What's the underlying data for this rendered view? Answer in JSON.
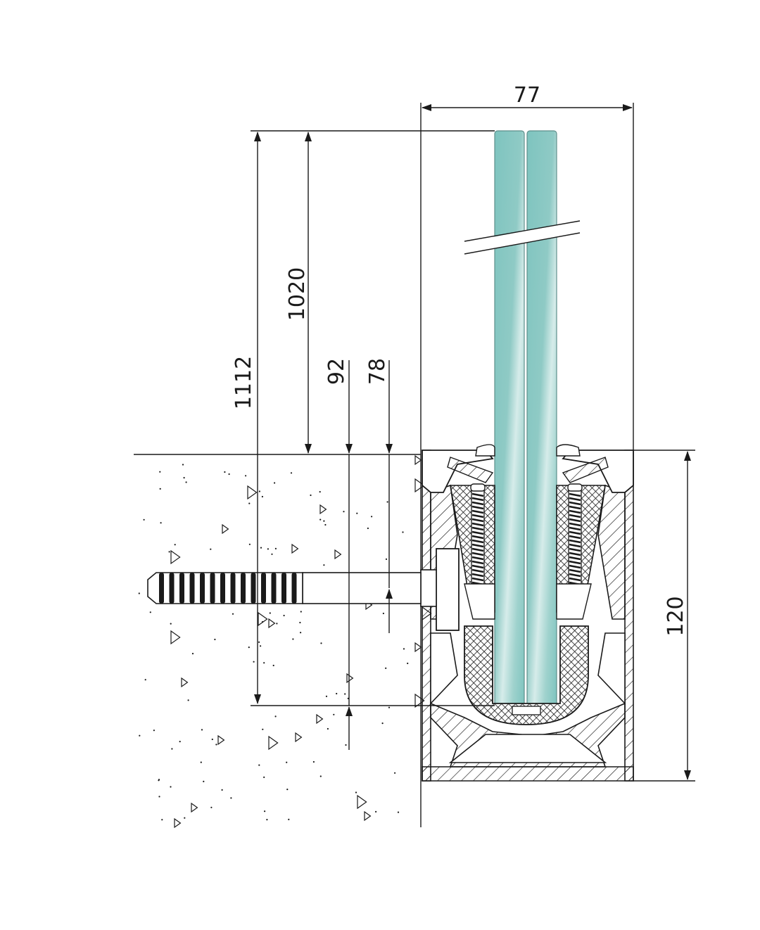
{
  "dimensions": {
    "width_top": "77",
    "height_total": "1112",
    "height_glass": "1020",
    "depth_92": "92",
    "depth_78": "78",
    "profile_height": "120"
  },
  "colors": {
    "glass": "#7ec4bf",
    "glass_light": "#d6ecea",
    "line": "#1a1a1a",
    "background": "#ffffff"
  }
}
